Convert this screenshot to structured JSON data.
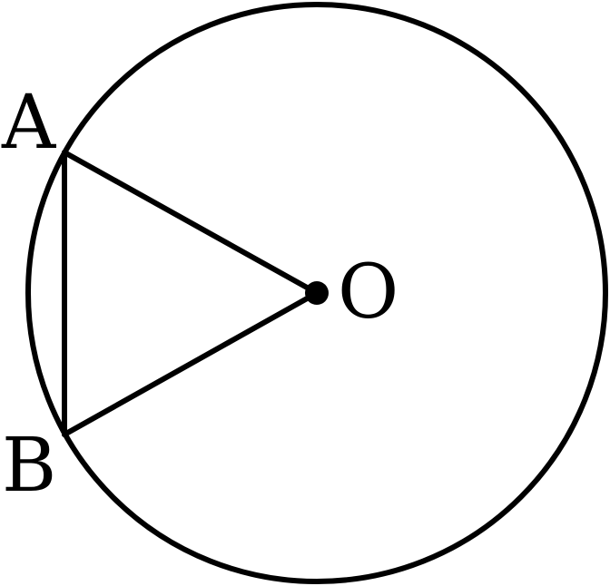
{
  "figure": {
    "points": {
      "A": "A",
      "B": "B",
      "O": "O"
    },
    "colors": {
      "stroke": "#000000",
      "background": "#ffffff"
    }
  }
}
